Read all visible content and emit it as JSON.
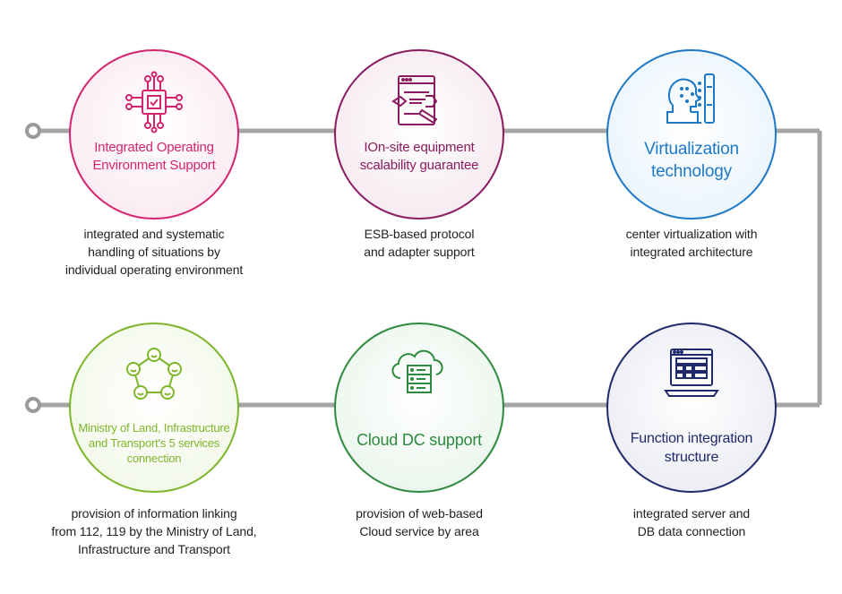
{
  "nodes": [
    {
      "title": "Integrated Operating\nEnvironment Support",
      "caption": "integrated and systematic\nhandling of situations by\nindividual operating environment",
      "icon": "chip-network-icon",
      "color": "#d4246e",
      "fill": "#f9e5ee"
    },
    {
      "title": "IOn-site equipment\nscalability guarantee",
      "caption": "ESB-based protocol\nand adapter support",
      "icon": "tools-window-icon",
      "color": "#8a1b5e",
      "fill": "#f3e4ec"
    },
    {
      "title": "Virtualization\ntechnology",
      "caption": "center virtualization with\nintegrated architecture",
      "icon": "head-screen-icon",
      "color": "#1d79c6",
      "fill": "#e4f1fb"
    },
    {
      "title": "Ministry of Land, Infrastructure\nand Transport's 5 services\nconnection",
      "caption": "provision of information linking\nfrom 112, 119 by the Ministry of Land,\nInfrastructure and Transport",
      "icon": "network-faces-icon",
      "color": "#7fb62b",
      "fill": "#eef6e2"
    },
    {
      "title": "Cloud DC support",
      "caption": "provision of web-based\nCloud service by area",
      "icon": "cloud-server-icon",
      "color": "#2d8a3e",
      "fill": "#e5f3e8"
    },
    {
      "title": "Function integration\nstructure",
      "caption": "integrated server and\nDB data connection",
      "icon": "laptop-grid-icon",
      "color": "#1f2a6b",
      "fill": "#e6e8f1"
    }
  ],
  "line_color": "#a5a5a5"
}
